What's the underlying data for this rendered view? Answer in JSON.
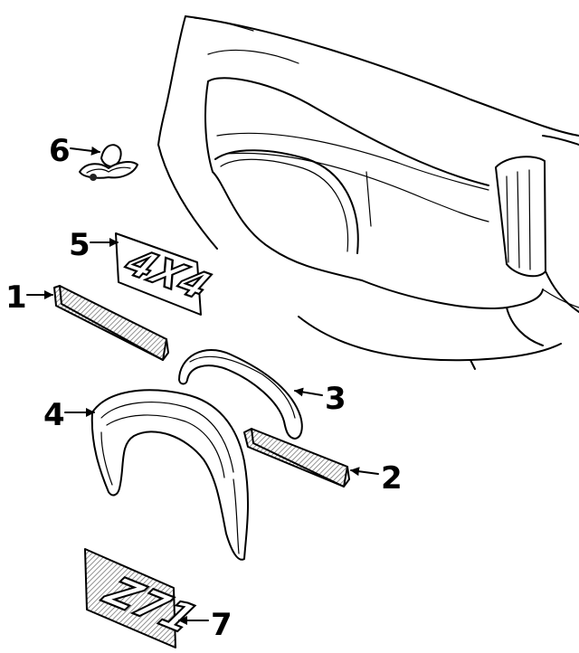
{
  "callouts": [
    {
      "id": "1",
      "label": "1",
      "part": "upper-body-side-molding"
    },
    {
      "id": "2",
      "label": "2",
      "part": "lower-body-side-molding"
    },
    {
      "id": "3",
      "label": "3",
      "part": "wheel-opening-molding"
    },
    {
      "id": "4",
      "label": "4",
      "part": "fender-flare"
    },
    {
      "id": "5",
      "label": "5",
      "part": "4x4-emblem"
    },
    {
      "id": "6",
      "label": "6",
      "part": "hood-ornament-emblem"
    },
    {
      "id": "7",
      "label": "7",
      "part": "z71-decal"
    }
  ],
  "emblems": {
    "four_by_four": "4X4",
    "z71": "Z71"
  },
  "colors": {
    "line": "#000000",
    "background": "#ffffff"
  }
}
